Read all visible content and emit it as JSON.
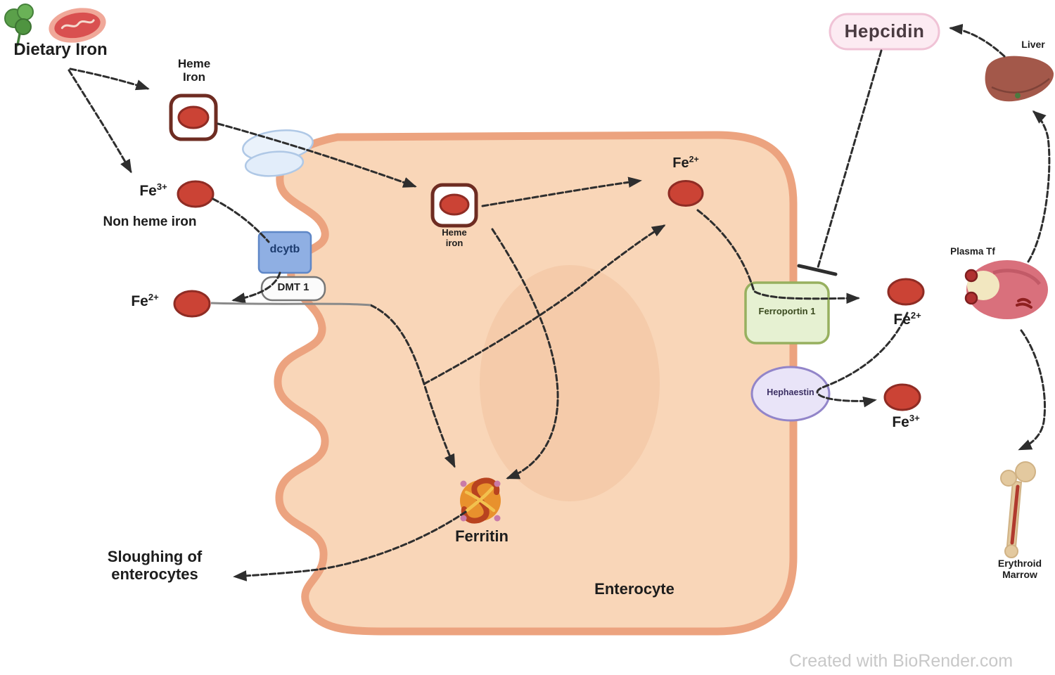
{
  "diagram": {
    "credit": "Created with BioRender.com",
    "cell_label": "Enterocyte",
    "nodes": {
      "dietary_iron": "Dietary Iron",
      "heme_iron_top": "Heme\nIron",
      "non_heme_iron": "Non heme iron",
      "heme_iron_cell": "Heme\niron",
      "ferritin": "Ferritin",
      "sloughing": "Sloughing of\nenterocytes",
      "hepcidin": "Hepcidin",
      "liver": "Liver",
      "plasma_tf": "Plasma Tf",
      "erythroid_marrow": "Erythroid\nMarrow"
    },
    "transporters": {
      "dcytb": "dcytb",
      "dmt1": "DMT 1",
      "ferroportin": "Ferroportin 1",
      "hephaestin": "Hephaestin"
    },
    "ions": {
      "fe3_left": {
        "base": "Fe",
        "sup": "3+"
      },
      "fe2_left": {
        "base": "Fe",
        "sup": "2+"
      },
      "fe2_cell": {
        "base": "Fe",
        "sup": "2+"
      },
      "fe2_right": {
        "base": "Fe",
        "sup": "2+"
      },
      "fe3_right": {
        "base": "Fe",
        "sup": "3+"
      }
    },
    "icons": [
      "vegetable-icon",
      "meat-icon",
      "heme-iron-icon",
      "iron-ion-icon",
      "membrane-transporter-icon",
      "ferritin-icon",
      "liver-icon",
      "transferrin-icon",
      "bone-marrow-icon"
    ],
    "colors": {
      "cell_fill": "#F9D6B8",
      "cell_border": "#ECA37F",
      "iron_ion": "#CB4335",
      "iron_ion_border": "#8F2C24",
      "dcytb_fill": "#8FAFE3",
      "dmt1_fill": "#FBFBFB",
      "ferroportin_fill": "#E6F1D2",
      "ferroportin_border": "#97B05F",
      "hephaestin_fill": "#E9E4F8",
      "hephaestin_border": "#9285C9",
      "hepcidin_fill": "#FCEBF2",
      "hepcidin_border": "#F0C3D6",
      "liver": "#A3584A",
      "arrow": "#2E2E2E",
      "credit_text": "#C8C8C8"
    }
  }
}
